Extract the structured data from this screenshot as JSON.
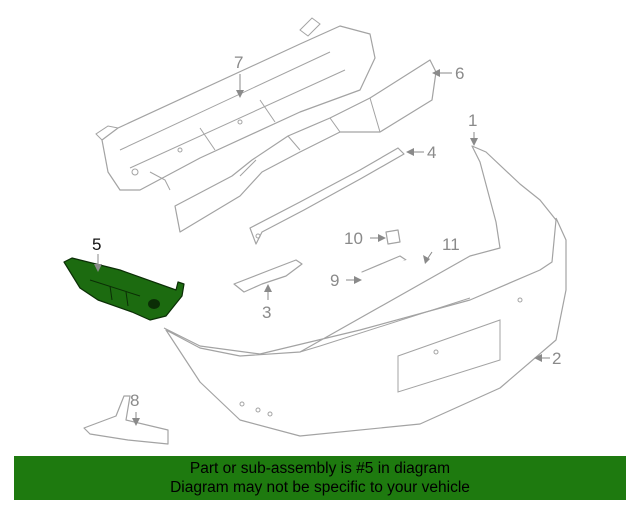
{
  "callouts": [
    {
      "id": "1",
      "text": "1"
    },
    {
      "id": "2",
      "text": "2"
    },
    {
      "id": "3",
      "text": "3"
    },
    {
      "id": "4",
      "text": "4"
    },
    {
      "id": "5",
      "text": "5",
      "highlighted": true
    },
    {
      "id": "6",
      "text": "6"
    },
    {
      "id": "7",
      "text": "7"
    },
    {
      "id": "8",
      "text": "8"
    },
    {
      "id": "9",
      "text": "9"
    },
    {
      "id": "10",
      "text": "10"
    },
    {
      "id": "11",
      "text": "11"
    }
  ],
  "banner": {
    "line1": "Part or sub-assembly is #5 in diagram",
    "line2": "Diagram may not be specific to your vehicle"
  },
  "colors": {
    "highlight_part": "#1c6b10",
    "banner_background": "#1e7a0f",
    "line_art": "#a3a3a3"
  }
}
